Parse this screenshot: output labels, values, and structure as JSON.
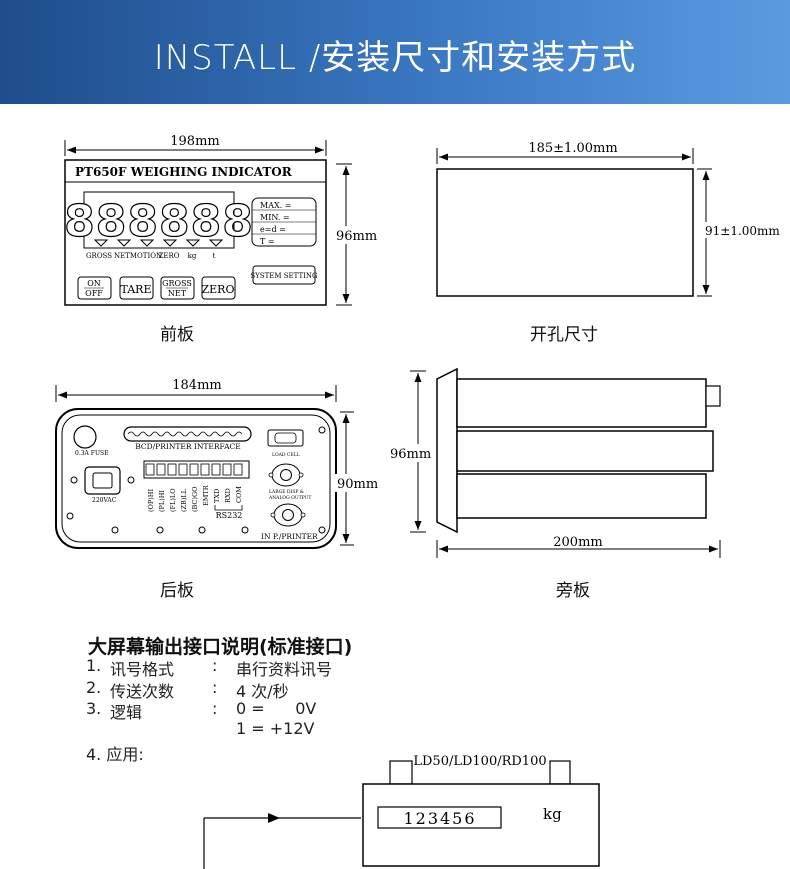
{
  "banner": {
    "title_en": "INSTALL /",
    "title_cn": "安装尺寸和安装方式"
  },
  "front_panel": {
    "width_label": "198mm",
    "height_label": "96mm",
    "model": "PT650F WEIGHING INDICATOR",
    "display_digits": "888888",
    "indicators": [
      "GROSS",
      "NET",
      "MOTION",
      "ZERO",
      "kg",
      "t"
    ],
    "status_rows": [
      "MAX. =",
      "MIN. =",
      "e=d =",
      "T ="
    ],
    "buttons": [
      "ON/OFF",
      "TARE",
      "GROSS/NET",
      "ZERO"
    ],
    "setting_button": "SYSTEM SETTING",
    "caption": "前板"
  },
  "cutout": {
    "width_label": "185±1.00mm",
    "height_label": "91±1.00mm",
    "caption": "开孔尺寸"
  },
  "rear_panel": {
    "width_label": "184mm",
    "height_label": "90mm",
    "fuse": "0.3A FUSE",
    "power": "220VAC",
    "interface": "BCD/PRINTER INTERFACE",
    "load_cell": "LOAD CELL",
    "terminals": [
      "(OP)HI",
      "(PL)HI",
      "(FL)LO",
      "(ZB)LL",
      "(BC)GO",
      "EMTR",
      "TXD",
      "RXD",
      "COM"
    ],
    "rs232": "RS232",
    "large_disp": "LARGE DISP &",
    "analog": "ANALOG OUTPUT",
    "inprinter": "IN P./PRINTER",
    "caption": "后板"
  },
  "side_view": {
    "height_label": "96mm",
    "depth_label": "200mm",
    "caption": "旁板"
  },
  "big_display": {
    "title": "大屏幕输出接口说明(标准接口)",
    "items": [
      {
        "num": "1.",
        "name": "讯号格式",
        "sep": ":",
        "value": "串行资料讯号"
      },
      {
        "num": "2.",
        "name": "传送次数",
        "sep": ":",
        "value": "4 次/秒"
      },
      {
        "num": "3.",
        "name": "逻辑",
        "sep": ":",
        "value": "0 =      0V"
      }
    ],
    "logic_extra": "1 = +12V",
    "application": "4.  应用:",
    "model_label": "LD50/LD100/RD100",
    "reading": "123456",
    "unit": "kg"
  },
  "colors": {
    "banner_start": "#1e4d8a",
    "banner_end": "#5a9be0"
  }
}
